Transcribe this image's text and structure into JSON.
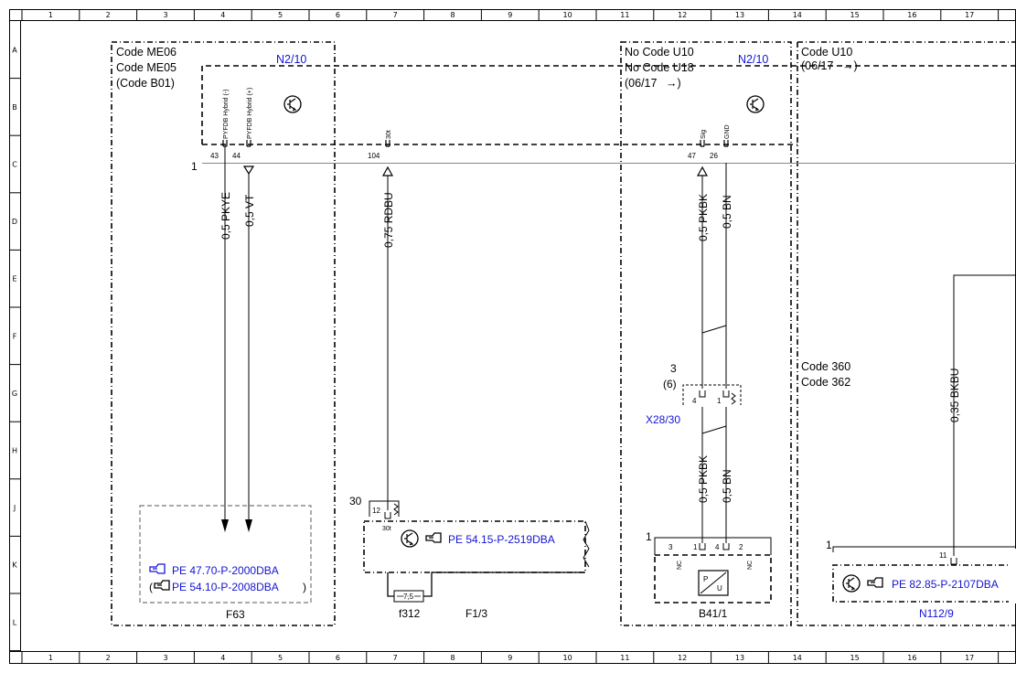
{
  "grid": {
    "columns": [
      "1",
      "2",
      "3",
      "4",
      "5",
      "6",
      "7",
      "8",
      "9",
      "10",
      "11",
      "12",
      "13",
      "14",
      "15",
      "16",
      "17"
    ],
    "rows": [
      "A",
      "B",
      "C",
      "D",
      "E",
      "F",
      "G",
      "H",
      "J",
      "K",
      "L"
    ]
  },
  "sections": {
    "left_codes": [
      "Code ME06",
      "Code ME05",
      "(Code B01)"
    ],
    "middle_codes": [
      "No Code U10",
      "No Code U18",
      "(06/17"
    ],
    "right_codes": [
      "Code U10",
      "(06/17"
    ],
    "code_360": [
      "Code 360",
      "Code 362"
    ],
    "arrow_glyph": "→)"
  },
  "components": {
    "n2_10_left": "N2/10",
    "n2_10_right": "N2/10",
    "f63": "F63",
    "f312": "f312",
    "f1_3": "F1/3",
    "b41_1": "B41/1",
    "n112_9": "N112/9",
    "x28_30": "X28/30",
    "fuse_rating": "7,5"
  },
  "pins": {
    "label_pyfdb_minus": "PYFDB Hybrid (-)",
    "label_pyfdb_plus": "PYFDB Hybrid (+)",
    "label_30t": "30t",
    "label_sig": "Sig",
    "label_gnd": "GND",
    "p43": "43",
    "p44": "44",
    "p104": "104",
    "p47": "47",
    "p26": "26",
    "bus_1": "1",
    "x28_pin3": "3",
    "x28_pin6": "(6)",
    "x28_4": "4",
    "x28_1": "1",
    "f_30": "30",
    "f_12": "12",
    "f_30t": "30t",
    "b41_1_num": "1",
    "b41_3": "3",
    "b41_1": "1",
    "b41_4": "4",
    "b41_2": "2",
    "nc": "NC",
    "n112_1": "1",
    "n112_11": "11"
  },
  "wires": {
    "pkye": "0,5 PKYE",
    "vt": "0,5 VT",
    "rdbu": "0,75 RDBU",
    "pkbk_top": "0,5 PKBK",
    "bn_top": "0,5 BN",
    "pkbk_bottom": "0,5 PKBK",
    "bn_bottom": "0,5 BN",
    "bkbu": "0,35 BKBU"
  },
  "references": {
    "ref1": "PE 47.70-P-2000DBA",
    "ref2": "PE 54.10-P-2008DBA",
    "ref3": "PE 54.15-P-2519DBA",
    "ref4": "PE 82.85-P-2107DBA",
    "paren_open": "(",
    "paren_close": ")"
  },
  "colors": {
    "reference_text": "#1414d2",
    "lines": "#000000"
  },
  "icons": [
    "pointing-hand-icon",
    "transistor-icon",
    "pressure-sensor-icon",
    "resistor-icon"
  ]
}
